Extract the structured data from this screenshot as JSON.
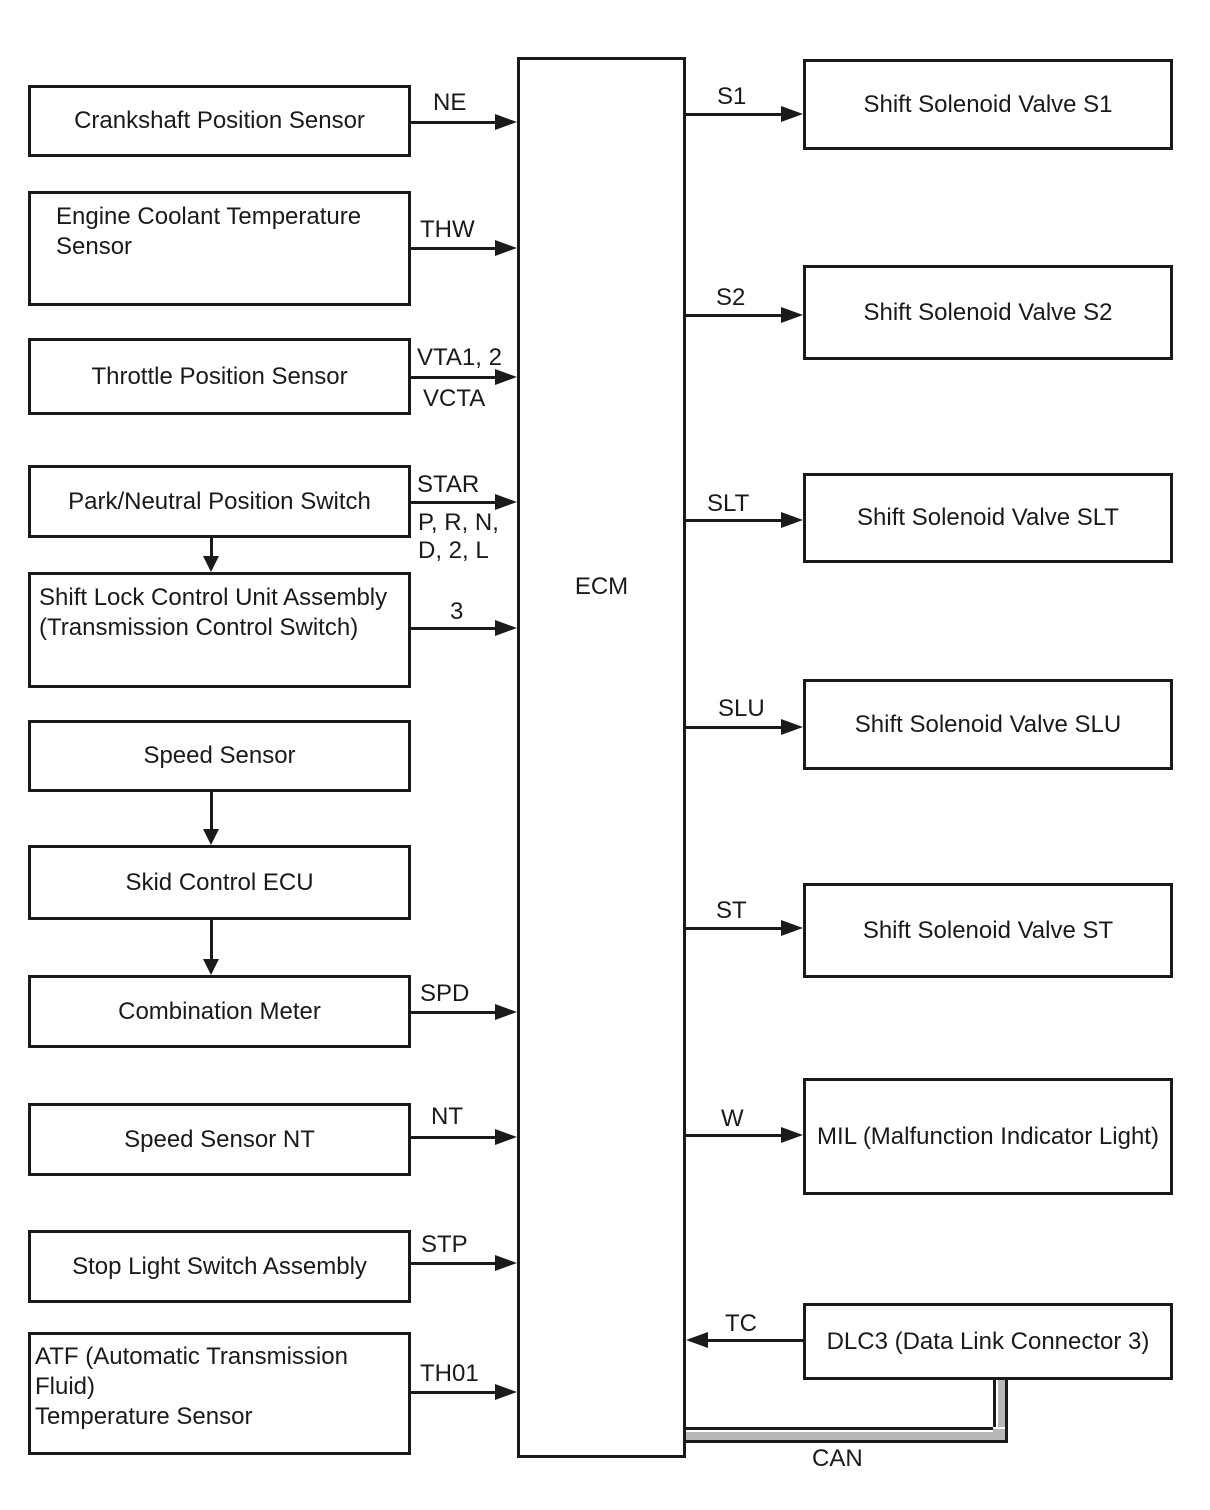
{
  "diagram": {
    "ecm_label": "ECM",
    "inputs": [
      {
        "label": "Crankshaft Position Sensor",
        "signal": "NE"
      },
      {
        "label": "Engine Coolant Temperature\nSensor",
        "signal": "THW"
      },
      {
        "label": "Throttle Position Sensor",
        "signal": "VTA1, 2",
        "signal2": "VCTA"
      },
      {
        "label": "Park/Neutral Position Switch",
        "signal": "STAR",
        "signal_below1": "P, R, N,",
        "signal_below2": "D, 2, L"
      },
      {
        "label": "Shift Lock Control Unit Assembly\n(Transmission Control Switch)",
        "signal": "3"
      },
      {
        "label": "Speed Sensor"
      },
      {
        "label": "Skid Control ECU"
      },
      {
        "label": "Combination Meter",
        "signal": "SPD"
      },
      {
        "label": "Speed Sensor NT",
        "signal": "NT"
      },
      {
        "label": "Stop Light Switch Assembly",
        "signal": "STP"
      },
      {
        "label": "ATF (Automatic Transmission Fluid)\nTemperature Sensor",
        "signal": "TH01"
      }
    ],
    "outputs": [
      {
        "label": "Shift Solenoid Valve S1",
        "signal": "S1"
      },
      {
        "label": "Shift Solenoid Valve S2",
        "signal": "S2"
      },
      {
        "label": "Shift Solenoid Valve SLT",
        "signal": "SLT"
      },
      {
        "label": "Shift Solenoid Valve SLU",
        "signal": "SLU"
      },
      {
        "label": "Shift Solenoid Valve ST",
        "signal": "ST"
      },
      {
        "label": "MIL (Malfunction Indicator Light)",
        "signal": "W"
      },
      {
        "label": "DLC3 (Data Link Connector 3)",
        "signal": "TC"
      }
    ],
    "bus_label": "CAN"
  }
}
